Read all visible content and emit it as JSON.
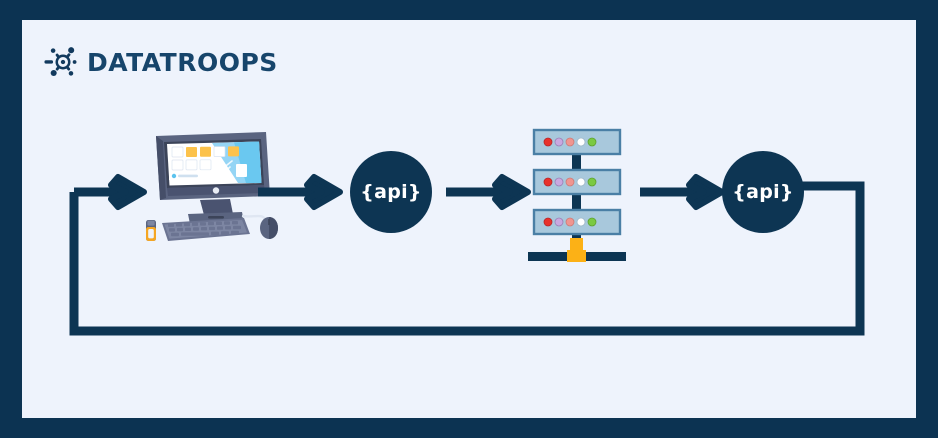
{
  "page": {
    "title": "DataTroops API Flow Diagram",
    "border_color": "#0c3352",
    "canvas_color": "#eef3fc"
  },
  "brand": {
    "name": "DATATROOPS",
    "icon": "molecule-icon",
    "text_color": "#17456b",
    "icon_color": "#123a5e"
  },
  "diagram": {
    "type": "flow",
    "accent_color": "#0d3553",
    "nodes": [
      {
        "id": "workstation",
        "name": "computer-illustration",
        "label": "",
        "kind": "illustration"
      },
      {
        "id": "api-in",
        "name": "api-node-inbound",
        "label": "{api}",
        "kind": "circle",
        "fill": "#0d3553",
        "text_color": "#ffffff"
      },
      {
        "id": "server-stack",
        "name": "server-stack-illustration",
        "label": "",
        "kind": "illustration",
        "rack_count": 3,
        "rack_fill": "#a8c8dc",
        "rack_border": "#4a7fa5",
        "led_colors": [
          "#e8312b",
          "#c9a8e0",
          "#f09590",
          "#ffffff",
          "#7ac943"
        ],
        "base_color": "#0c3352",
        "connector_color": "#fcb116"
      },
      {
        "id": "api-out",
        "name": "api-node-outbound",
        "label": "{api}",
        "kind": "circle",
        "fill": "#0d3553",
        "text_color": "#ffffff"
      }
    ],
    "connectors": [
      {
        "id": "arrow-1",
        "name": "arrow-workstation-to-api",
        "direction": "right"
      },
      {
        "id": "arrow-2",
        "name": "arrow-api-to-servers",
        "direction": "right"
      },
      {
        "id": "arrow-3",
        "name": "arrow-servers-to-api",
        "direction": "right"
      },
      {
        "id": "feedback-loop",
        "name": "feedback-loop-path",
        "direction": "right",
        "style": "rectangular-return"
      }
    ]
  }
}
